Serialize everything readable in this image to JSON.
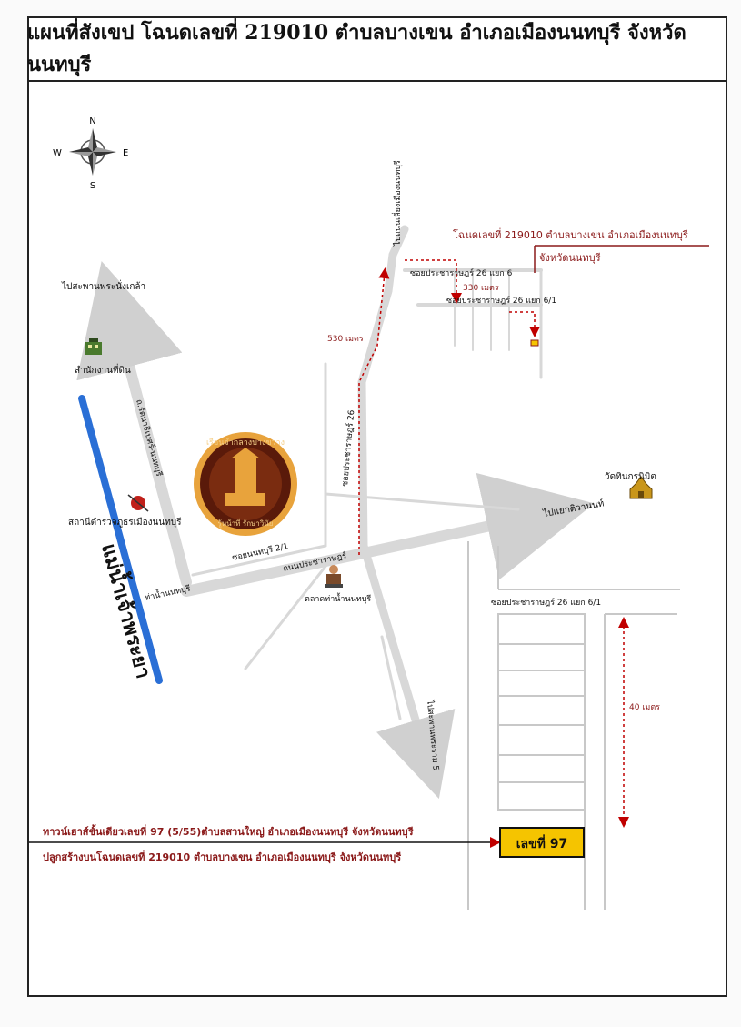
{
  "title": "แผนที่สังเขป โฉนดเลขที่ 219010 ตำบลบางเขน อำเภอเมืองนนทบุรี จังหวัดนนทบุรี",
  "compass": {
    "n": "N",
    "s": "S",
    "e": "E",
    "w": "W"
  },
  "places": {
    "to_pinklao_bridge": "ไปสะพานพระนั่งเกล้า",
    "land_office": "สำนักงานที่ดิน",
    "police_station": "สถานีตำรวจภูธรเมืองนนทบุรี",
    "river": "แม่น้ำเจ้าพระยา",
    "road_rattanathibet": "ถ.รัตนาธิเบศร์-นนทบุรี",
    "soi_nonthaburi": "ซอยนนทบุรี 2/1",
    "pier": "ท่าน้ำนนทบุรี",
    "road_pracharat": "ถนนประชาราษฎร์",
    "market": "ตลาดท่าน้ำนนทบุรี",
    "soi26": "ซอยประชาราษฎร์ 26",
    "to_muang_nonthaburi": "ไปถนนเลี่ยงเมืองนนทบุรี",
    "to_tiwanon": "ไปแยกติวานนท์",
    "temple": "วัดทินกรนิมิต",
    "to_rama5_bridge": "ไปสะพานพระราม 5",
    "seal_top": "เรือนจำกลางบางขวาง",
    "seal_bottom": "รู้หน้าที่ รักษาวินัย"
  },
  "plot": {
    "label": "โฉนดเลขที่ 219010 ตำบลบางเขน อำเภอเมืองนนทบุรี",
    "label2": "จังหวัดนนทบุรี",
    "soi_6": "ซอยประชาราษฎร์ 26 แยก 6",
    "soi_61": "ซอยประชาราษฎร์ 26 แยก 6/1",
    "dist_330": "330 เมตร",
    "dist_530": "530 เมตร"
  },
  "inset": {
    "soi_61": "ซอยประชาราษฎร์ 26 แยก 6/1",
    "dist_40": "40 เมตร",
    "house_line1": "ทาวน์เฮาส์ชั้นเดียวเลขที่ 97  (5/55)ตำบลสวนใหญ่ อำเภอเมืองนนทบุรี จังหวัดนนทบุรี",
    "house_line2": "ปลูกสร้างบนโฉนดเลขที่ 219010 ตำบลบางเขน อำเภอเมืองนนทบุรี  จังหวัดนนทบุรี",
    "house_no": "เลขที่ 97"
  },
  "colors": {
    "river": "#2a6fd6",
    "road": "#d9d9d9",
    "annotation": "#8b1a1a",
    "highlight": "#f5c400",
    "arrow_red": "#c00000"
  }
}
